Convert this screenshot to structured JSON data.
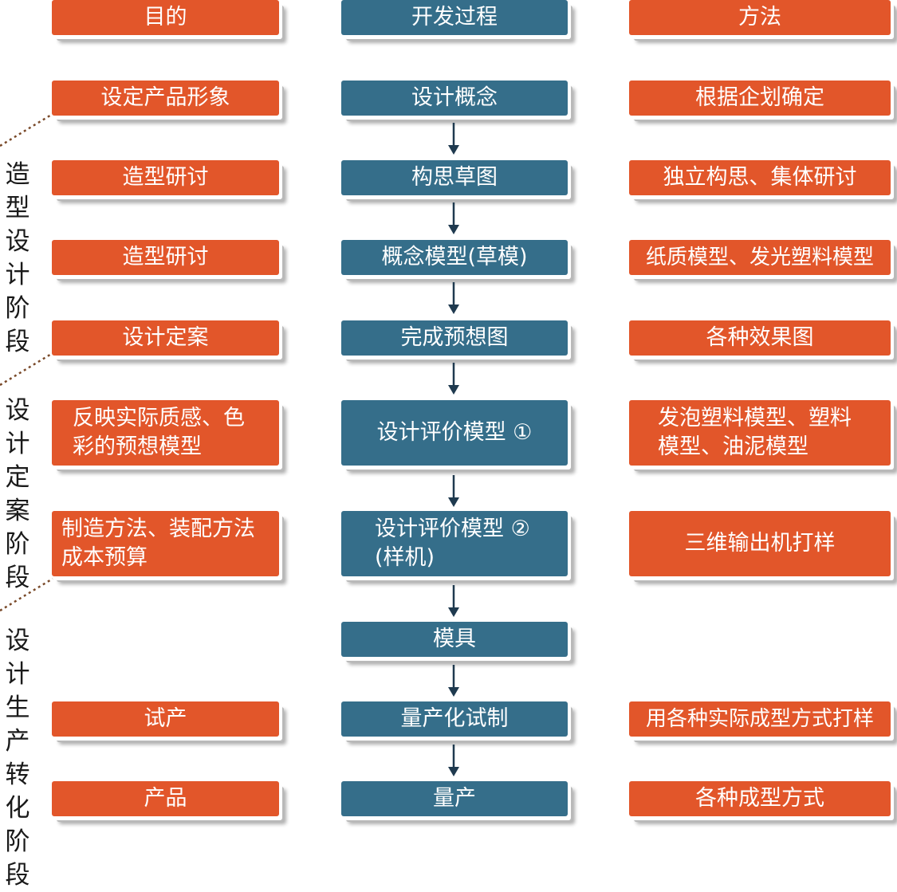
{
  "colors": {
    "orange": "#e2562a",
    "blue": "#356e8a",
    "arrow": "#1f3a4f",
    "dots": "#7a4a2a"
  },
  "headers": {
    "purpose": "目的",
    "process": "开发过程",
    "method": "方法"
  },
  "rows": [
    {
      "purpose": "设定产品形象",
      "process": "设计概念",
      "method": "根据企划确定"
    },
    {
      "purpose": "造型研讨",
      "process": "构思草图",
      "method": "独立构思、集体研讨"
    },
    {
      "purpose": "造型研讨",
      "process": "概念模型(草模)",
      "method": "纸质模型、发光塑料模型"
    },
    {
      "purpose": "设计定案",
      "process": "完成预想图",
      "method": "各种效果图"
    },
    {
      "purpose": "反映实际质感、色\n彩的预想模型",
      "process": "设计评价模型 ①",
      "method": "发泡塑料模型、塑料\n模型、油泥模型"
    },
    {
      "purpose": "制造方法、装配方法\n成本预算",
      "process": "设计评价模型 ②\n(样机)",
      "method": "三维输出机打样"
    },
    {
      "purpose": "",
      "process": "模具",
      "method": ""
    },
    {
      "purpose": "试产",
      "process": "量产化试制",
      "method": "用各种实际成型方式打样"
    },
    {
      "purpose": "产品",
      "process": "量产",
      "method": "各种成型方式"
    }
  ],
  "phases": [
    {
      "label": "造型设计阶段"
    },
    {
      "label": "设计定案阶段"
    },
    {
      "label": "设计生产转化阶段"
    }
  ]
}
